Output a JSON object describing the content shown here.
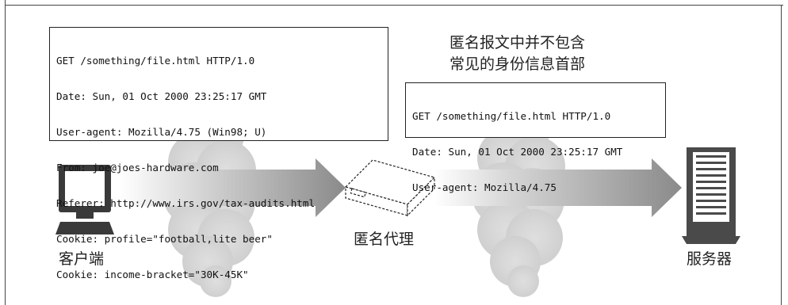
{
  "left_request": {
    "lines": [
      "GET /something/file.html HTTP/1.0",
      "Date: Sun, 01 Oct 2000 23:25:17 GMT",
      "User-agent: Mozilla/4.75 (Win98; U)",
      "From: joe@joes-hardware.com",
      "Referer: http://www.irs.gov/tax-audits.html",
      "Cookie: profile=\"football,lite beer\"",
      "Cookie: income-bracket=\"30K-45K\""
    ]
  },
  "right_request": {
    "lines": [
      "GET /something/file.html HTTP/1.0",
      "Date: Sun, 01 Oct 2000 23:25:17 GMT",
      "User-agent: Mozilla/4.75"
    ]
  },
  "note": {
    "line1": "匿名报文中并不包含",
    "line2": "常见的身份信息首部"
  },
  "labels": {
    "client": "客户端",
    "proxy": "匿名代理",
    "server": "服务器"
  },
  "colors": {
    "cloud": "#d4d4d4",
    "arrow_dark": "#8a8a8a",
    "monitor": "#3a3a3a",
    "server": "#4a4a4a"
  },
  "icons": [
    "computer-icon",
    "cloud-icon",
    "proxy-box-icon",
    "server-icon",
    "arrow-icon"
  ]
}
